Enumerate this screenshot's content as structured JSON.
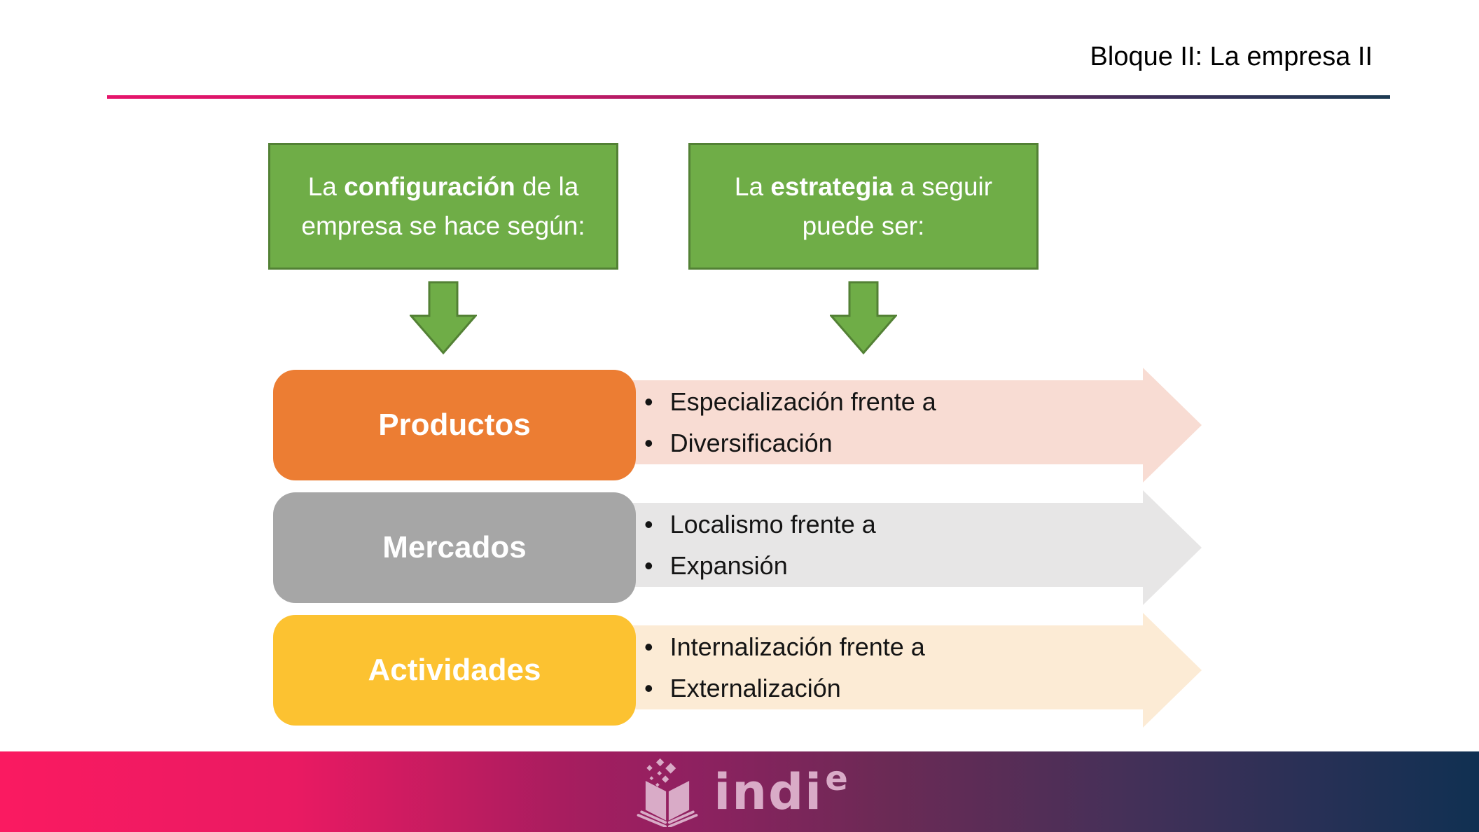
{
  "header": {
    "title": "Bloque II: La empresa II"
  },
  "callouts": [
    {
      "pre": "La",
      "bold": "configuración",
      "post": "de la empresa se hace según:"
    },
    {
      "pre": "La",
      "bold": "estrategia",
      "post": "a seguir puede ser:"
    }
  ],
  "rows": [
    {
      "label": "Productos",
      "pill_color": "#EC7D33",
      "band_color": "#F8DCD3",
      "items": [
        "Especialización frente a",
        "Diversificación"
      ]
    },
    {
      "label": "Mercados",
      "pill_color": "#A6A6A6",
      "band_color": "#E7E6E6",
      "items": [
        "Localismo frente a",
        "Expansión"
      ]
    },
    {
      "label": "Actividades",
      "pill_color": "#FCC231",
      "band_color": "#FCEBD5",
      "items": [
        "Internalización frente a",
        "Externalización"
      ]
    }
  ],
  "ui": {
    "bullet_char": "•"
  },
  "footer": {
    "logo_text": "indi",
    "logo_sup": "e"
  },
  "colors": {
    "green_fill": "#6FAD47",
    "green_border": "#538135",
    "divider_left": "#E6146B",
    "divider_right": "#1C3A52",
    "footer_left": "#FA1A61",
    "footer_right": "#103052",
    "logo_color": "#D9ABC7",
    "text_color": "#141414"
  }
}
